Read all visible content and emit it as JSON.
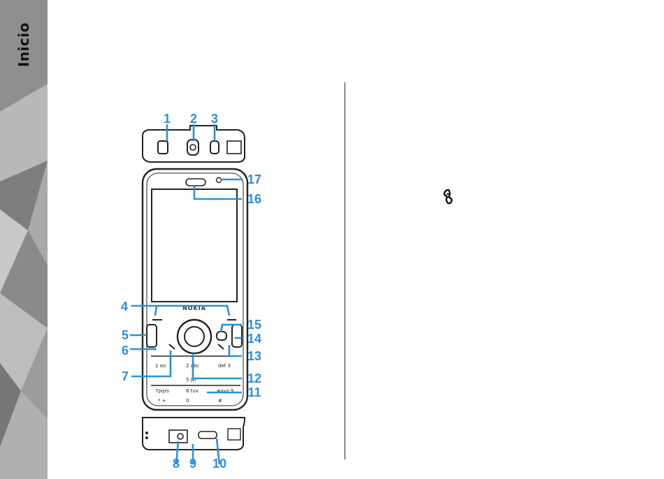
{
  "page": {
    "section_title": "Inicio"
  },
  "colors": {
    "callout": "#2b8fd8",
    "sidebar": "#9a9a9a",
    "line": "#222222"
  },
  "phone": {
    "brand": "NOKIA",
    "keys": {
      "k1": "1 oo",
      "k2": "2 abc",
      "k3": "def 3",
      "k5": "5 jkl",
      "k7": "7pqrs",
      "k8": "8 tuv",
      "k9": "wxyz 9",
      "k0": "0 ",
      "star": "* +",
      "hash": "# "
    }
  },
  "callouts": [
    "1",
    "2",
    "3",
    "4",
    "5",
    "6",
    "7",
    "8",
    "9",
    "10",
    "11",
    "12",
    "13",
    "14",
    "15",
    "16",
    "17"
  ],
  "icons": {
    "logo": "nseries-logo-icon"
  }
}
